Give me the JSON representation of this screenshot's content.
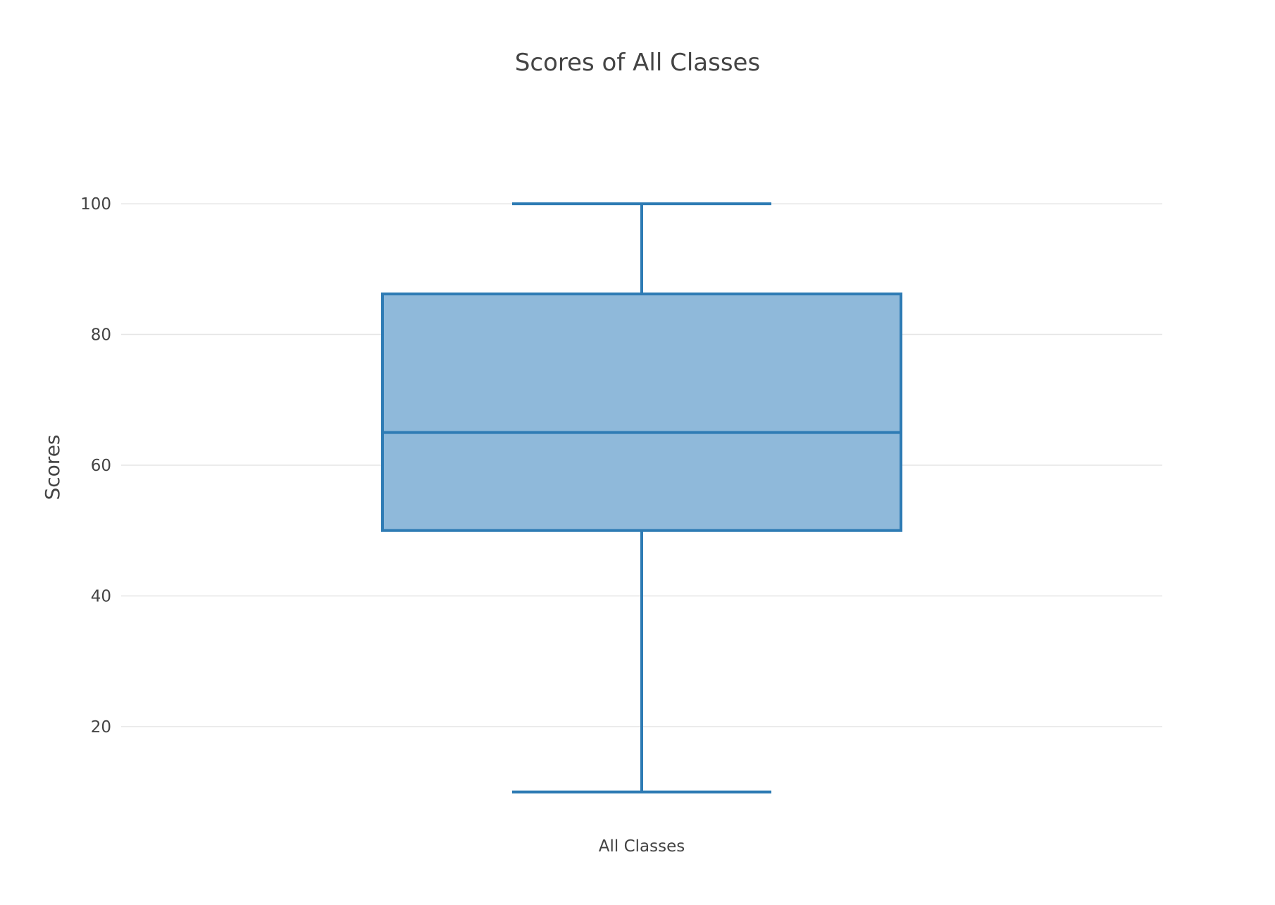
{
  "chart_data": {
    "type": "box",
    "title": "Scores of All Classes",
    "xlabel": "",
    "ylabel": "Scores",
    "categories": [
      "All Classes"
    ],
    "ylim": [
      5,
      115
    ],
    "yticks": [
      "20",
      "40",
      "60",
      "80",
      "100"
    ],
    "grid": true,
    "legend": "none",
    "series": [
      {
        "category": "All Classes",
        "min": 10,
        "q1": 50,
        "median": 65,
        "q3": 86.2,
        "max": 100
      }
    ],
    "colors": {
      "line": "#2e7bb4",
      "fill": "#8fb9da",
      "grid": "#e6e6e6",
      "text": "#444444"
    }
  }
}
